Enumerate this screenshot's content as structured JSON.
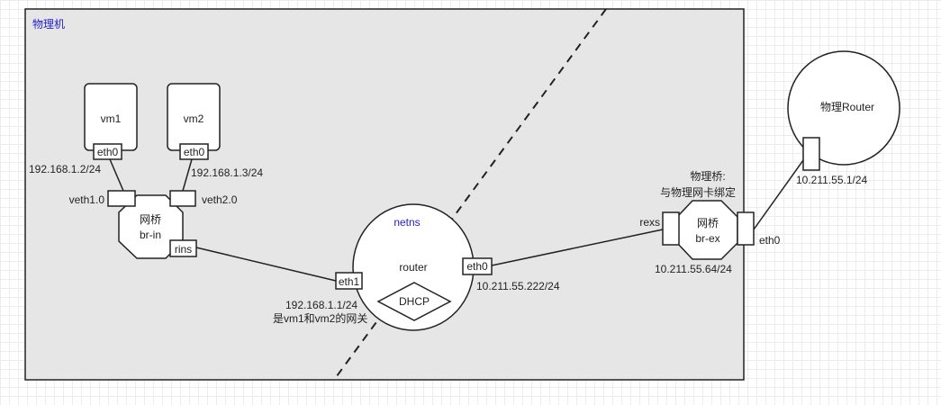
{
  "host": {
    "label": "物理机"
  },
  "vm1": {
    "label": "vm1",
    "nic": "eth0",
    "ip": "192.168.1.2/24"
  },
  "vm2": {
    "label": "vm2",
    "nic": "eth0",
    "ip": "192.168.1.3/24"
  },
  "bridge_in": {
    "line1": "网桥",
    "line2": "br-in",
    "port_vm1": "veth1.0",
    "port_vm2": "veth2.0",
    "port_router": "rins"
  },
  "netns": {
    "label": "netns",
    "router": "router",
    "eth1": "eth1",
    "eth1_ip": "192.168.1.1/24",
    "eth1_note": "是vm1和vm2的网关",
    "eth0": "eth0",
    "eth0_ip": "10.211.55.222/24",
    "dhcp": "DHCP"
  },
  "bridge_ex": {
    "title_line1": "物理桥:",
    "title_line2": "与物理网卡绑定",
    "line1": "网桥",
    "line2": "br-ex",
    "port_left": "rexs",
    "port_right": "eth0",
    "ip": "10.211.55.64/24"
  },
  "physical_router": {
    "label": "物理Router",
    "ip": "10.211.55.1/24"
  },
  "colors": {
    "host_fill": "#e6e6e6",
    "stroke": "#222222",
    "label_blue": "#2222cc"
  }
}
